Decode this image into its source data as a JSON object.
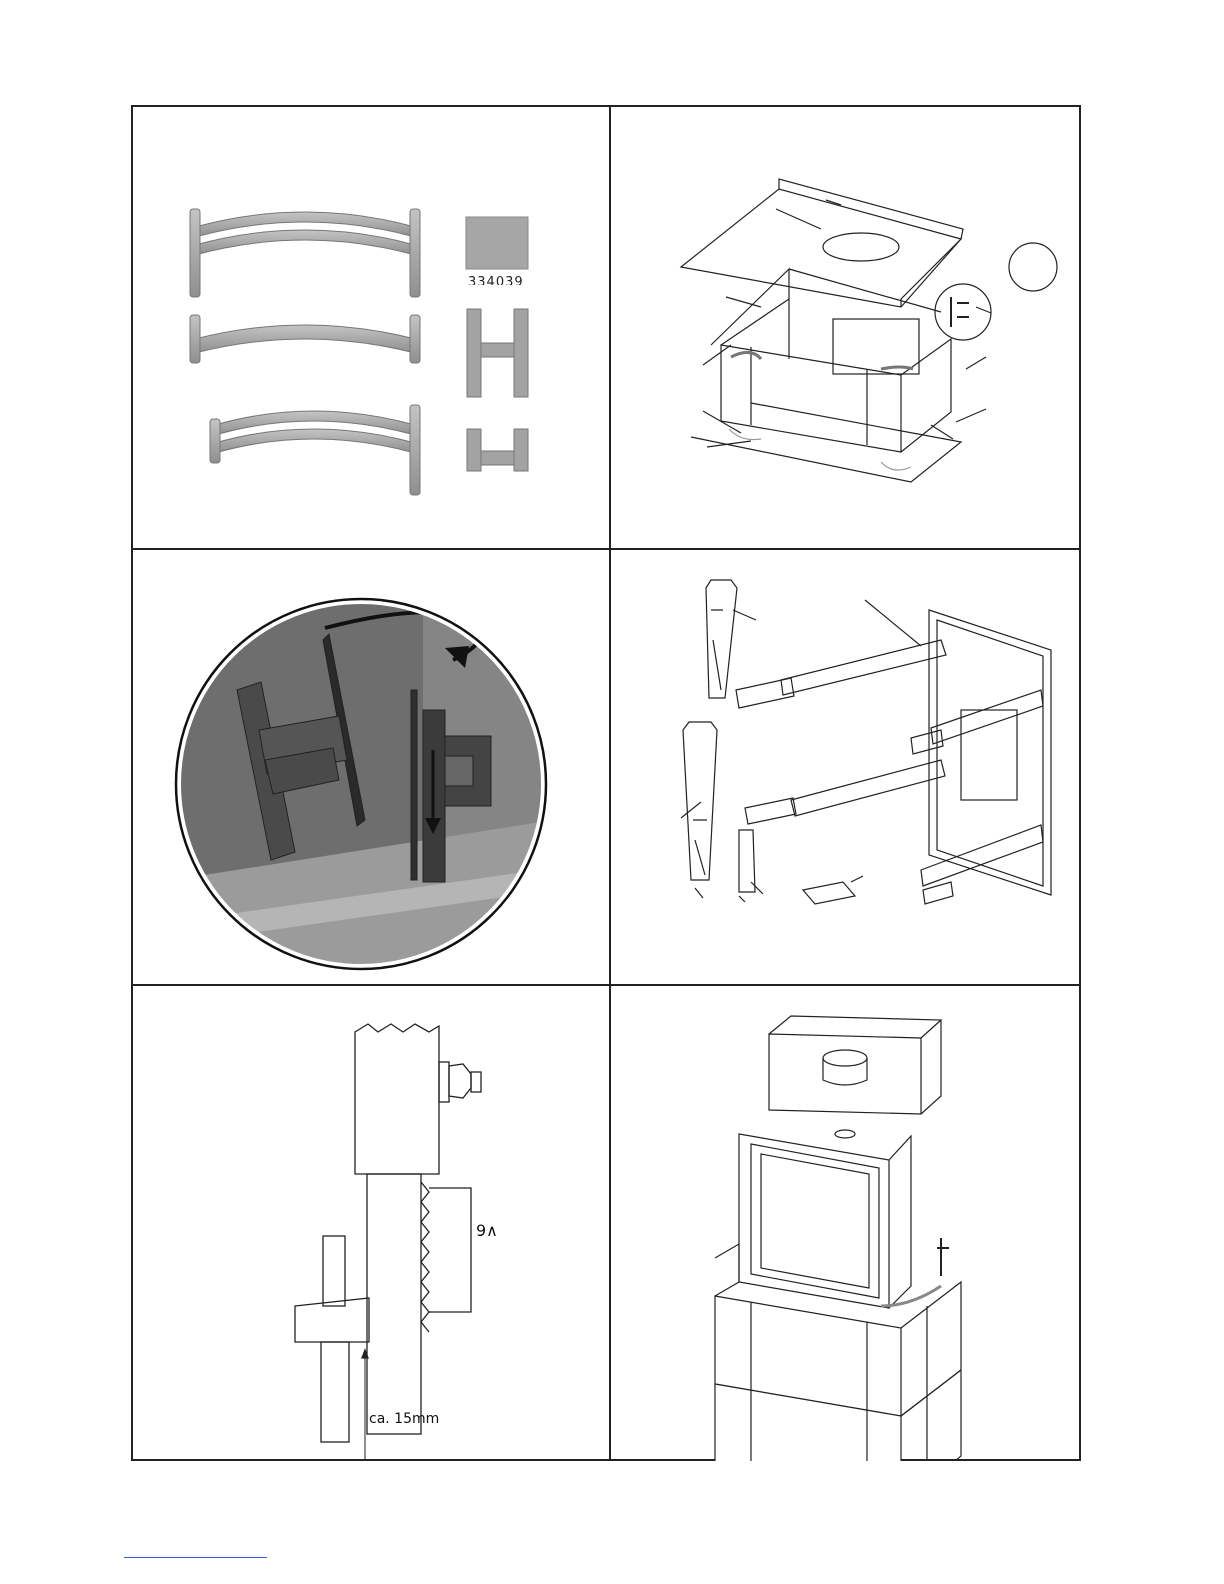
{
  "panels": [
    {
      "id": "p1",
      "part_number": "334039"
    },
    {
      "id": "p2"
    },
    {
      "id": "p3"
    },
    {
      "id": "p4"
    },
    {
      "id": "p5",
      "dimension_1": "9∧",
      "dimension_2": "ca. 15mm"
    },
    {
      "id": "p6"
    }
  ],
  "colors": {
    "border": "#222222",
    "part_gray": "#a3a3a3",
    "footer_link": "#3a5bd8"
  }
}
